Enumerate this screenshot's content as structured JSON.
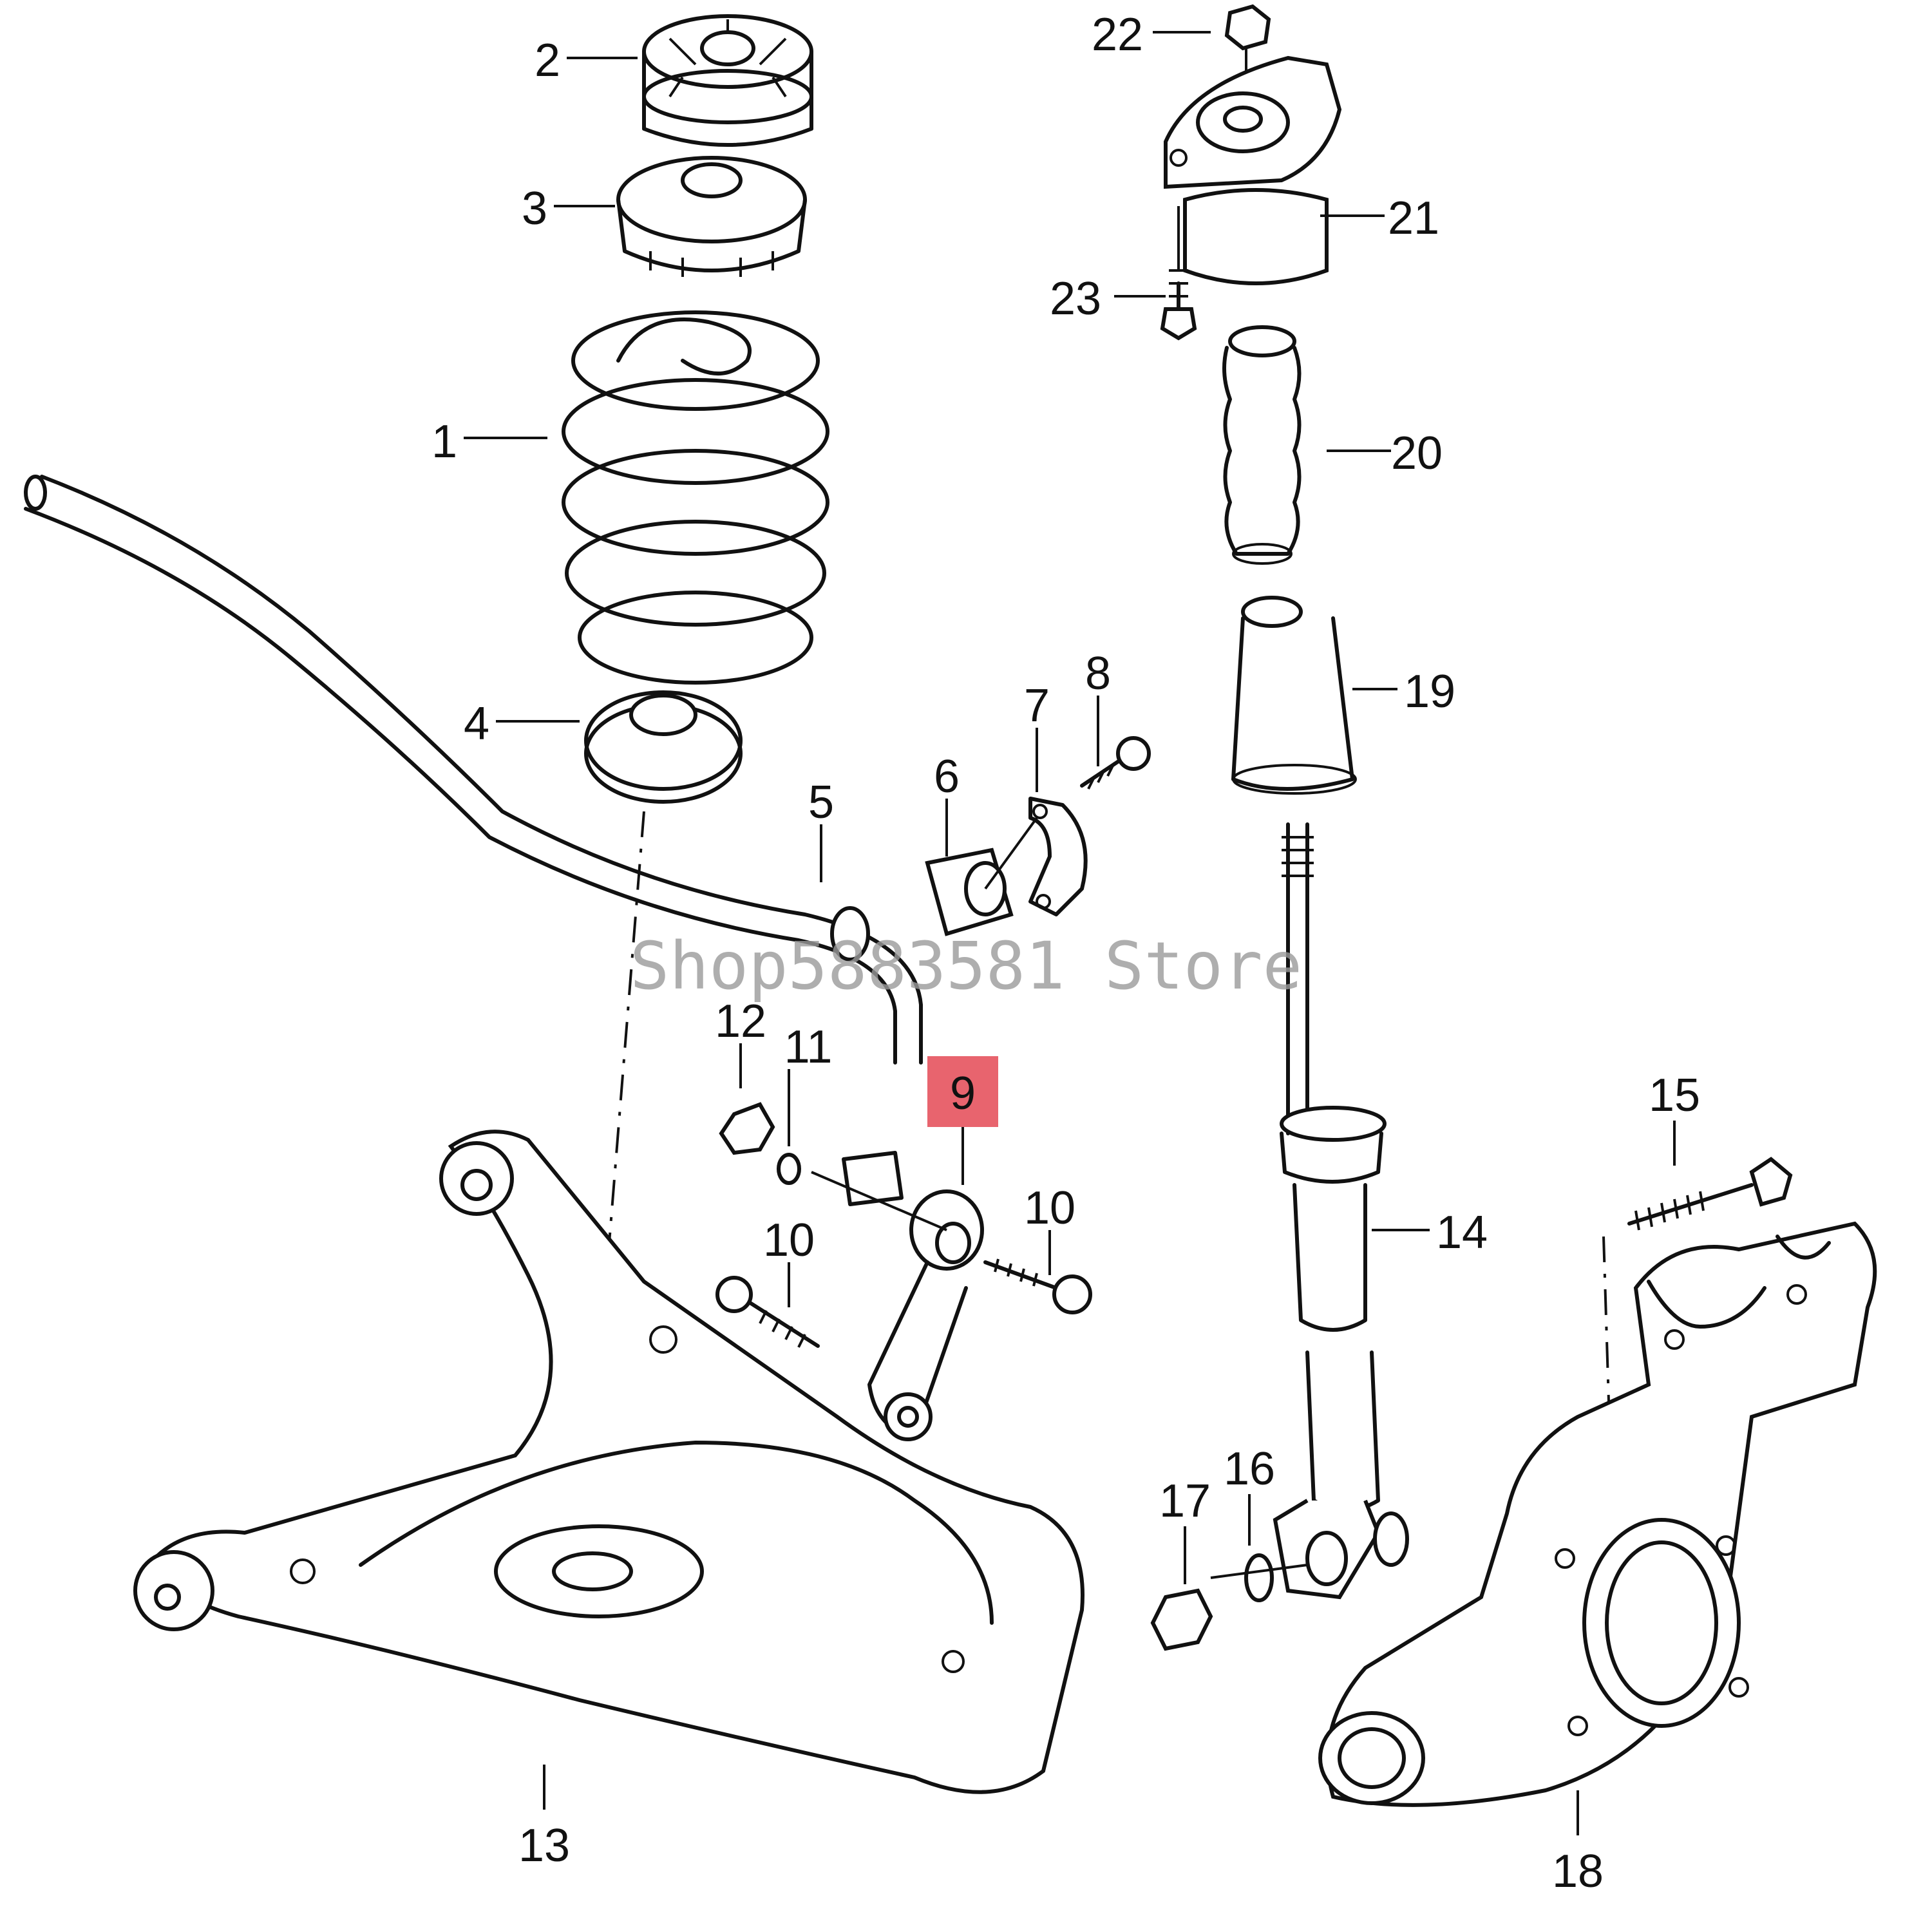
{
  "diagram": {
    "callouts": {
      "c1": "1",
      "c2": "2",
      "c3": "3",
      "c4": "4",
      "c5": "5",
      "c6": "6",
      "c7": "7",
      "c8": "8",
      "c9": "9",
      "c10a": "10",
      "c10b": "10",
      "c11": "11",
      "c12": "12",
      "c13": "13",
      "c14": "14",
      "c15": "15",
      "c16": "16",
      "c17": "17",
      "c18": "18",
      "c19": "19",
      "c20": "20",
      "c21": "21",
      "c22": "22",
      "c23": "23"
    },
    "highlight_color": "#e8646e",
    "watermark": "Shop5883581 Store"
  }
}
